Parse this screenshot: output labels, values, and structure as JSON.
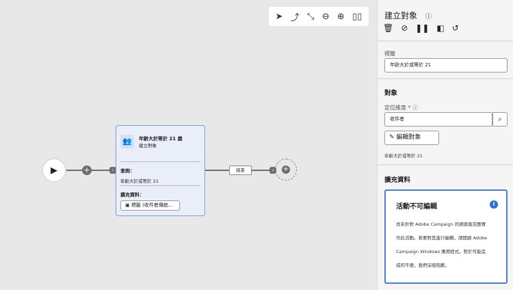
{
  "toolbar": {
    "icons": [
      "pointer-icon",
      "rotate-icon",
      "collapse-icon",
      "zoom-out-icon",
      "zoom-in-icon",
      "map-icon"
    ]
  },
  "node": {
    "title": "年齡大於等於 21 歲",
    "subtitle": "建立對象",
    "query_label": "查詢：",
    "query_value": "年齡大於或等於 21",
    "enrich_label": "擴充資料：",
    "enrich_button": "標籤 (收件者傳統..."
  },
  "end_label": "結束",
  "panel": {
    "title": "建立對象",
    "label_field": "標籤",
    "label_value": "年齡大於或等於 21",
    "audience_heading": "對象",
    "dimension_label": "定位維度",
    "required": "*",
    "dimension_value": "收件者",
    "edit_button": "編輯對象",
    "audience_summary": "年齡大於或等於 21",
    "enrich_heading": "擴充資料",
    "notice": {
      "title": "活動不可編輯",
      "lines": [
        "尚未針對 Adobe Campaign 的網頁版完整實",
        "作此活動。若要對其進行編輯，請開啟 Adobe",
        "Campaign Windows 應用程式。對於可能造",
        "成的不便，我們深感抱歉。"
      ]
    }
  },
  "colors": {
    "accent": "#4d7dc7",
    "info": "#2c6fd1"
  }
}
